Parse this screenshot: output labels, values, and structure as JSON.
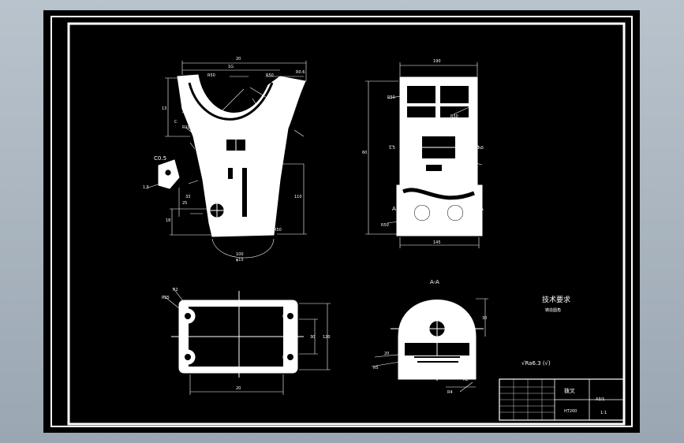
{
  "views": {
    "front": {
      "dims": [
        "20",
        "1G",
        "R50",
        "R50",
        "R0.6",
        "13",
        "C",
        "R10",
        "110",
        "25",
        "33",
        "18",
        "R50",
        "R50",
        "R50",
        "100",
        "φ15"
      ],
      "chamfer_note": "C0.5",
      "callout": "1.5"
    },
    "side": {
      "dims": [
        "190",
        "R50",
        "R50",
        "1.5",
        "1:5",
        "60",
        "A",
        "A",
        "R50",
        "145"
      ]
    },
    "top": {
      "dims": [
        "R2",
        "R25",
        "30",
        "120",
        "20"
      ]
    },
    "section": {
      "title": "A-A",
      "dims": [
        "30",
        "20",
        "R5",
        "R4",
        "R2"
      ]
    }
  },
  "notes": {
    "title": "技术要求",
    "line1": "铸造圆角",
    "roughness": "√Ra6.3 (√)"
  },
  "title_block": {
    "part_name": "拨叉",
    "drawing_no": "A3/1",
    "material": "HT200",
    "scale": "1:1"
  }
}
